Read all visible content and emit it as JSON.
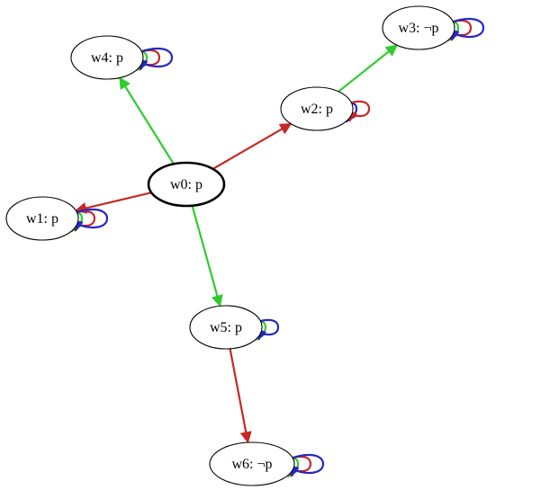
{
  "colors": {
    "red": "#c62828",
    "green": "#2ecc2e",
    "blue": "#2727c4",
    "node_stroke": "#000000",
    "background": "#ffffff"
  },
  "nodes": [
    {
      "id": "w0",
      "label": "w0: p",
      "highlighted": true
    },
    {
      "id": "w1",
      "label": "w1: p"
    },
    {
      "id": "w2",
      "label": "w2: p"
    },
    {
      "id": "w3",
      "label": "w3: ¬p"
    },
    {
      "id": "w4",
      "label": "w4: p"
    },
    {
      "id": "w5",
      "label": "w5: p"
    },
    {
      "id": "w6",
      "label": "w6: ¬p"
    }
  ],
  "edges": [
    {
      "from": "w0",
      "to": "w4",
      "color": "green"
    },
    {
      "from": "w0",
      "to": "w2",
      "color": "red"
    },
    {
      "from": "w0",
      "to": "w1",
      "color": "red"
    },
    {
      "from": "w0",
      "to": "w5",
      "color": "green"
    },
    {
      "from": "w2",
      "to": "w3",
      "color": "green"
    },
    {
      "from": "w5",
      "to": "w6",
      "color": "red"
    }
  ],
  "self_loops": [
    {
      "node": "w4",
      "colors": [
        "green",
        "red",
        "blue"
      ]
    },
    {
      "node": "w3",
      "colors": [
        "green",
        "red",
        "blue"
      ]
    },
    {
      "node": "w2",
      "colors": [
        "blue",
        "red"
      ]
    },
    {
      "node": "w1",
      "colors": [
        "green",
        "red",
        "blue"
      ]
    },
    {
      "node": "w5",
      "colors": [
        "green",
        "blue"
      ]
    },
    {
      "node": "w6",
      "colors": [
        "green",
        "red",
        "blue"
      ]
    }
  ]
}
